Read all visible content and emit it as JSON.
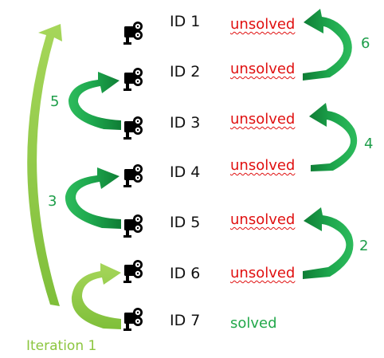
{
  "rows": [
    {
      "id": "ID 1",
      "status": "unsolved",
      "solved": false
    },
    {
      "id": "ID 2",
      "status": "unsolved",
      "solved": false
    },
    {
      "id": "ID 3",
      "status": "unsolved",
      "solved": false
    },
    {
      "id": "ID 4",
      "status": "unsolved",
      "solved": false
    },
    {
      "id": "ID 5",
      "status": "unsolved",
      "solved": false
    },
    {
      "id": "ID 6",
      "status": "unsolved",
      "solved": false
    },
    {
      "id": "ID 7",
      "status": "solved",
      "solved": true
    }
  ],
  "step_labels": [
    "6",
    "5",
    "4",
    "3",
    "2"
  ],
  "iteration_label": "Iteration 1",
  "colors": {
    "dark_green": "#1ea84e",
    "light_green": "#8cc63f",
    "unsolved_red": "#e01010",
    "solved_green": "#22a84a",
    "icon": "#000000"
  },
  "icon": "camera-icon"
}
